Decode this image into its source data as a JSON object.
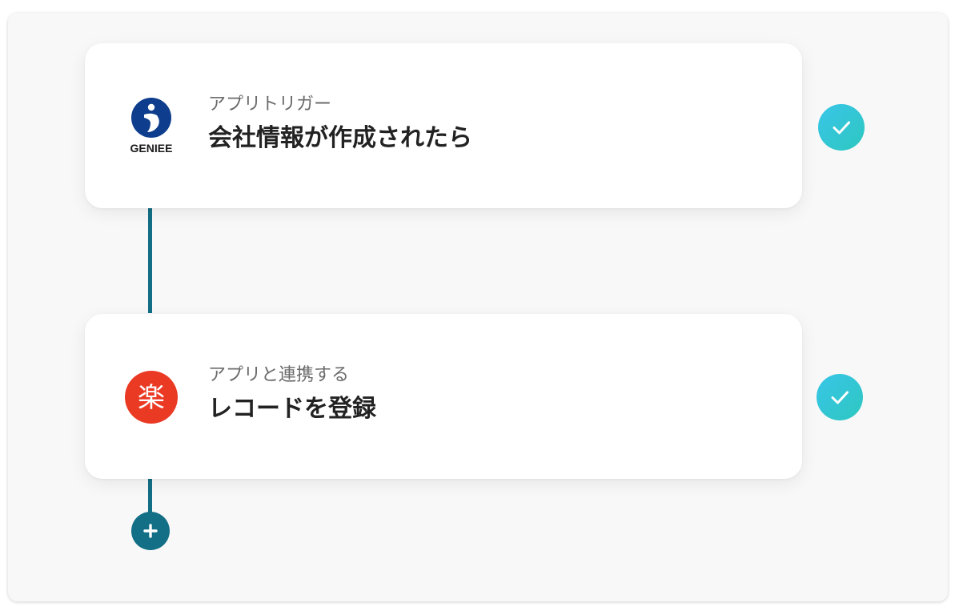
{
  "steps": [
    {
      "app": "GENIEE",
      "icon": "geniee-logo-icon",
      "subtitle": "アプリトリガー",
      "title": "会社情報が作成されたら",
      "status": "complete"
    },
    {
      "app": "楽",
      "icon": "rakuraku-app-icon",
      "subtitle": "アプリと連携する",
      "title": "レコードを登録",
      "status": "complete"
    }
  ],
  "add_step": {
    "icon": "plus-icon"
  },
  "colors": {
    "connector": "#126f86",
    "check_gradient_start": "#38c6e8",
    "check_gradient_end": "#2ec7c0",
    "geniee_blue": "#0d3d8c",
    "rakuraku_red": "#ea3a24"
  }
}
